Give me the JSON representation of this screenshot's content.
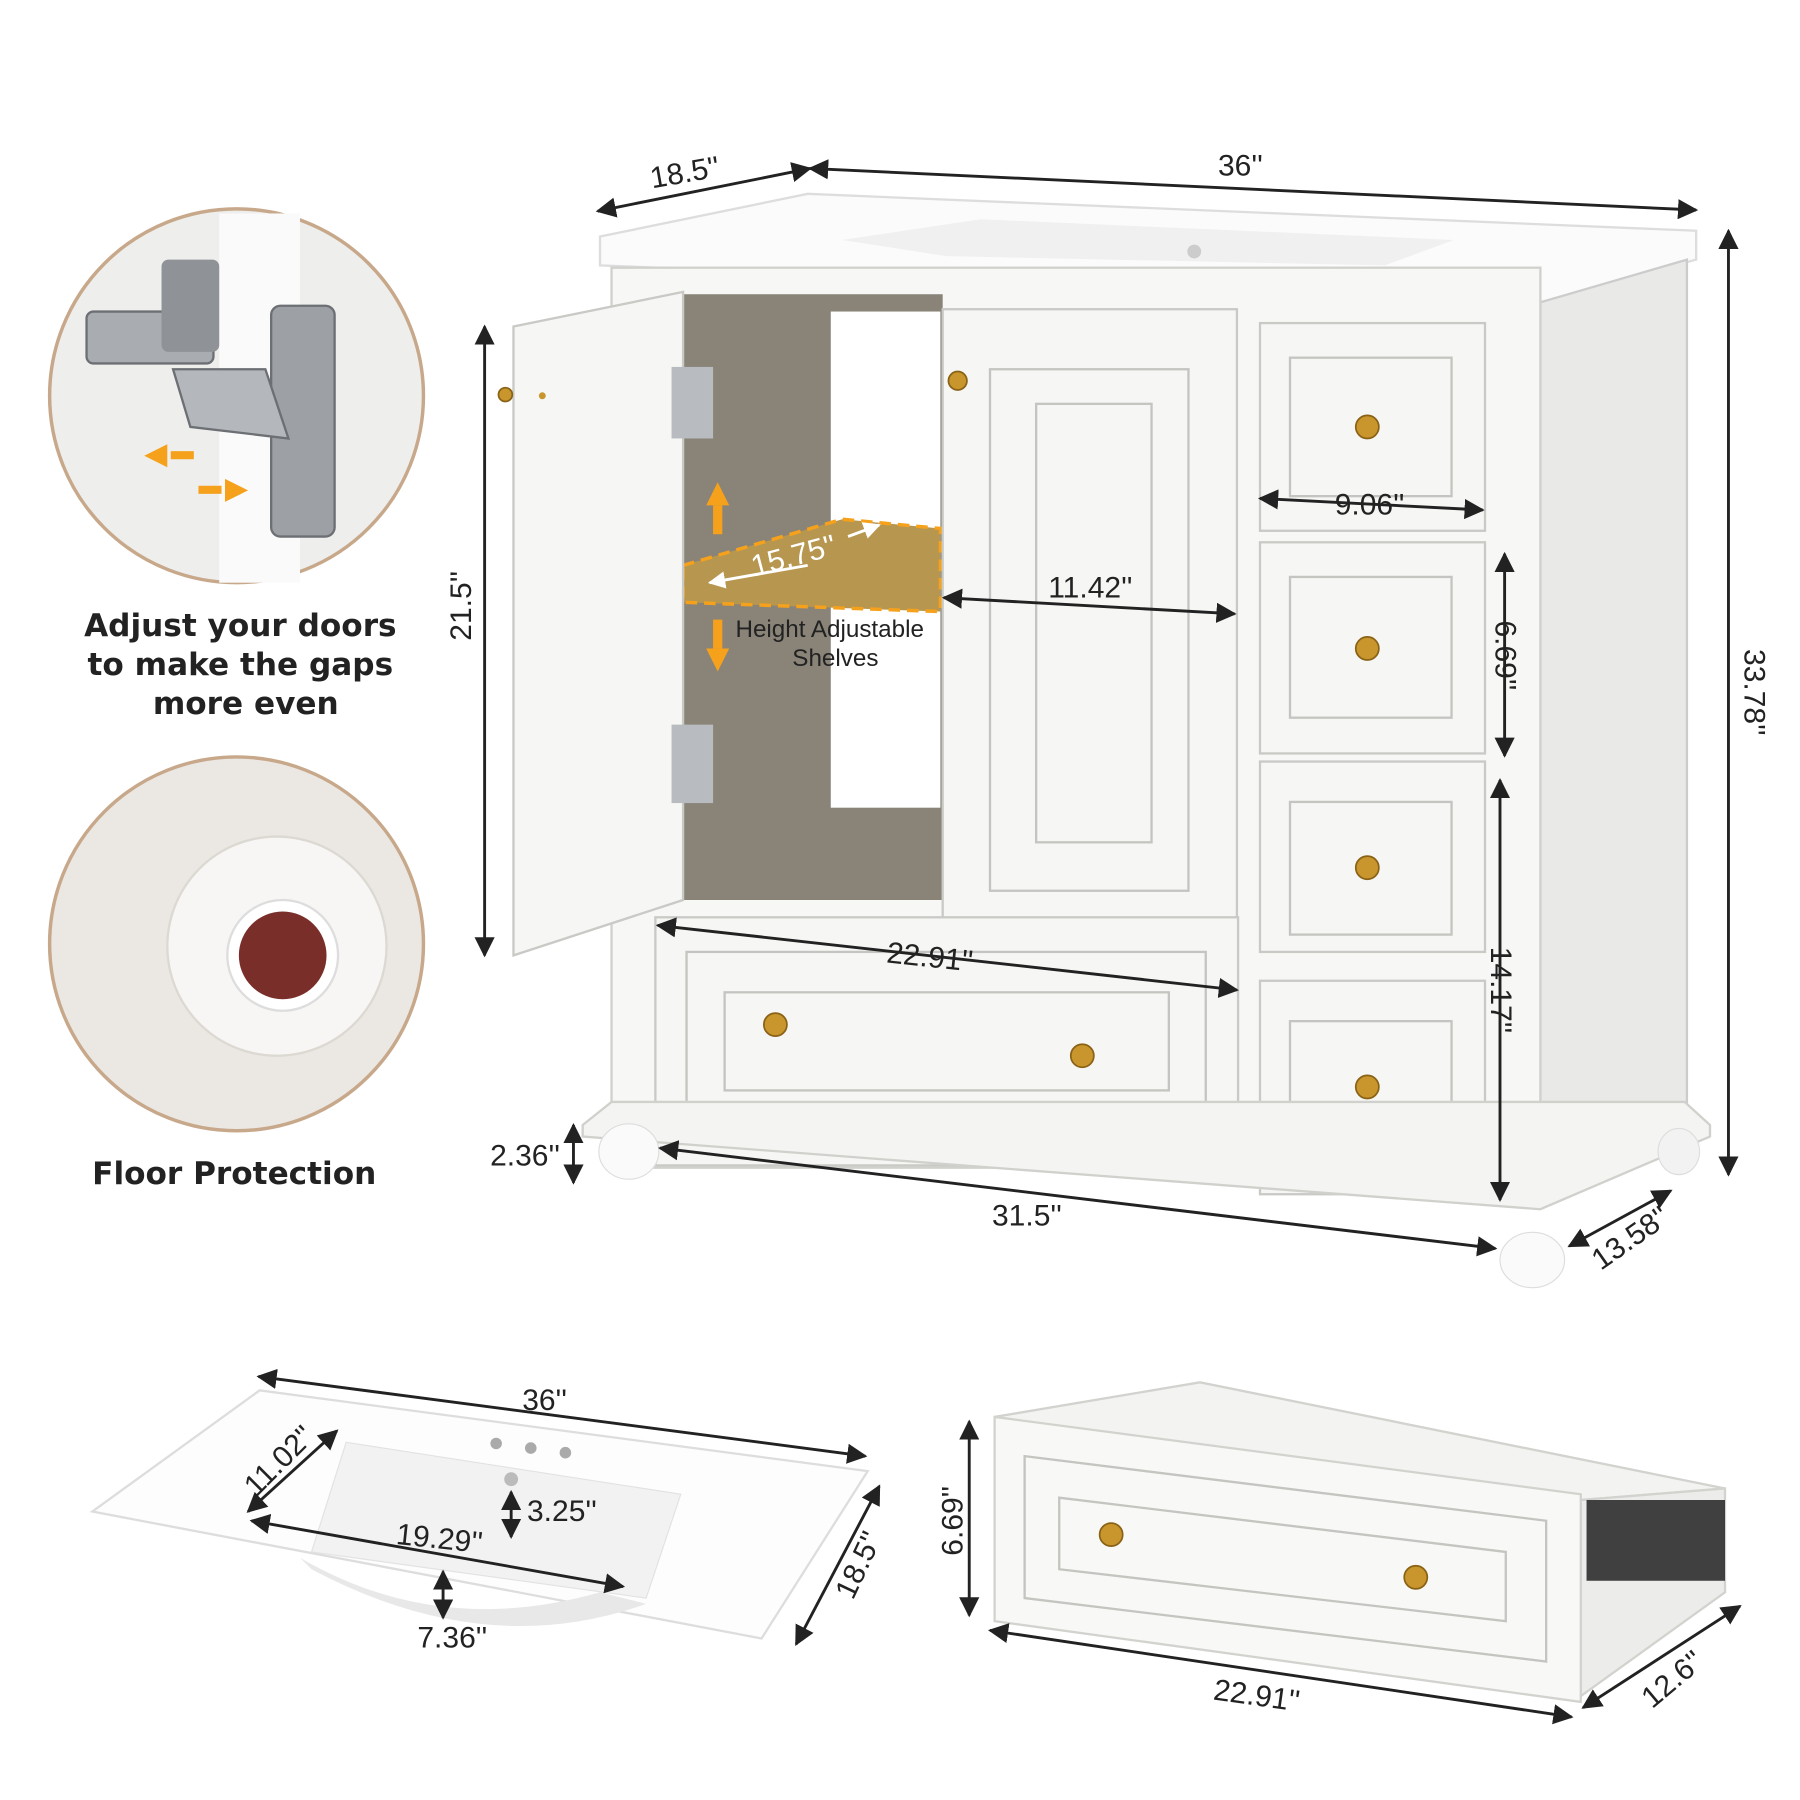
{
  "callouts": {
    "hinge_caption": [
      "Adjust your doors",
      "to make the gaps",
      "more even"
    ],
    "floor_caption": "Floor Protection"
  },
  "vanity_dimensions": {
    "depth": "18.5''",
    "width": "36''",
    "height": "33.78''",
    "cabinet_height": "21.5''",
    "shelf_depth": "15.75''",
    "shelf_label": [
      "Height Adjustable",
      "Shelves"
    ],
    "cabinet_opening": "11.42''",
    "small_drawer_width": "9.06''",
    "small_drawer_height": "6.69''",
    "large_drawer_stack_height": "14.17''",
    "bottom_drawer_width": "22.91''",
    "leg_height": "2.36''",
    "base_width": "31.5''",
    "base_depth": "13.58''"
  },
  "sink_dimensions": {
    "width": "36''",
    "depth": "18.5''",
    "bowl_depth": "11.02''",
    "bowl_width": "19.29''",
    "faucet_to_bowl": "3.25''",
    "bowl_height": "7.36''"
  },
  "drawer_dimensions": {
    "height": "6.69''",
    "width": "22.91''",
    "depth": "12.6''"
  },
  "colors": {
    "accent": "#f5a11c",
    "knob": "#c9962e",
    "circle_border": "#c8a88a",
    "stopper": "#7a2e2a"
  }
}
